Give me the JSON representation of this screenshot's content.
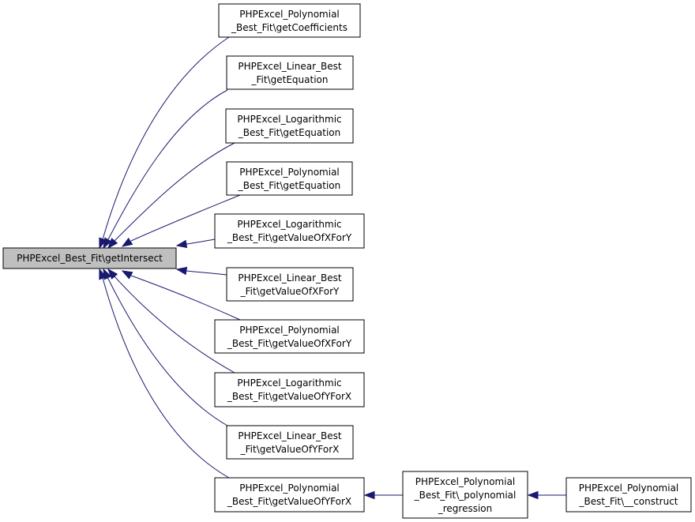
{
  "colors": {
    "edge": "#191970",
    "focus_fill": "#bfbfbf",
    "node_fill": "#ffffff",
    "border": "#000000"
  },
  "nodes": {
    "root": [
      "PHPExcel_Best_Fit\\getIntersect"
    ],
    "poly_coeff": [
      "PHPExcel_Polynomial",
      "_Best_Fit\\getCoefficients"
    ],
    "lin_eq": [
      "PHPExcel_Linear_Best",
      "_Fit\\getEquation"
    ],
    "log_eq": [
      "PHPExcel_Logarithmic",
      "_Best_Fit\\getEquation"
    ],
    "poly_eq": [
      "PHPExcel_Polynomial",
      "_Best_Fit\\getEquation"
    ],
    "log_xfy": [
      "PHPExcel_Logarithmic",
      "_Best_Fit\\getValueOfXForY"
    ],
    "lin_xfy": [
      "PHPExcel_Linear_Best",
      "_Fit\\getValueOfXForY"
    ],
    "poly_xfy": [
      "PHPExcel_Polynomial",
      "_Best_Fit\\getValueOfXForY"
    ],
    "log_yfx": [
      "PHPExcel_Logarithmic",
      "_Best_Fit\\getValueOfYForX"
    ],
    "lin_yfx": [
      "PHPExcel_Linear_Best",
      "_Fit\\getValueOfYForX"
    ],
    "poly_yfx": [
      "PHPExcel_Polynomial",
      "_Best_Fit\\getValueOfYForX"
    ],
    "poly_reg": [
      "PHPExcel_Polynomial",
      "_Best_Fit\\_polynomial",
      "_regression"
    ],
    "poly_ctor": [
      "PHPExcel_Polynomial",
      "_Best_Fit\\__construct"
    ]
  },
  "edges": [
    [
      "poly_coeff",
      "root"
    ],
    [
      "lin_eq",
      "root"
    ],
    [
      "log_eq",
      "root"
    ],
    [
      "poly_eq",
      "root"
    ],
    [
      "log_xfy",
      "root"
    ],
    [
      "lin_xfy",
      "root"
    ],
    [
      "poly_xfy",
      "root"
    ],
    [
      "log_yfx",
      "root"
    ],
    [
      "lin_yfx",
      "root"
    ],
    [
      "poly_yfx",
      "root"
    ],
    [
      "poly_reg",
      "poly_yfx"
    ],
    [
      "poly_ctor",
      "poly_reg"
    ]
  ]
}
